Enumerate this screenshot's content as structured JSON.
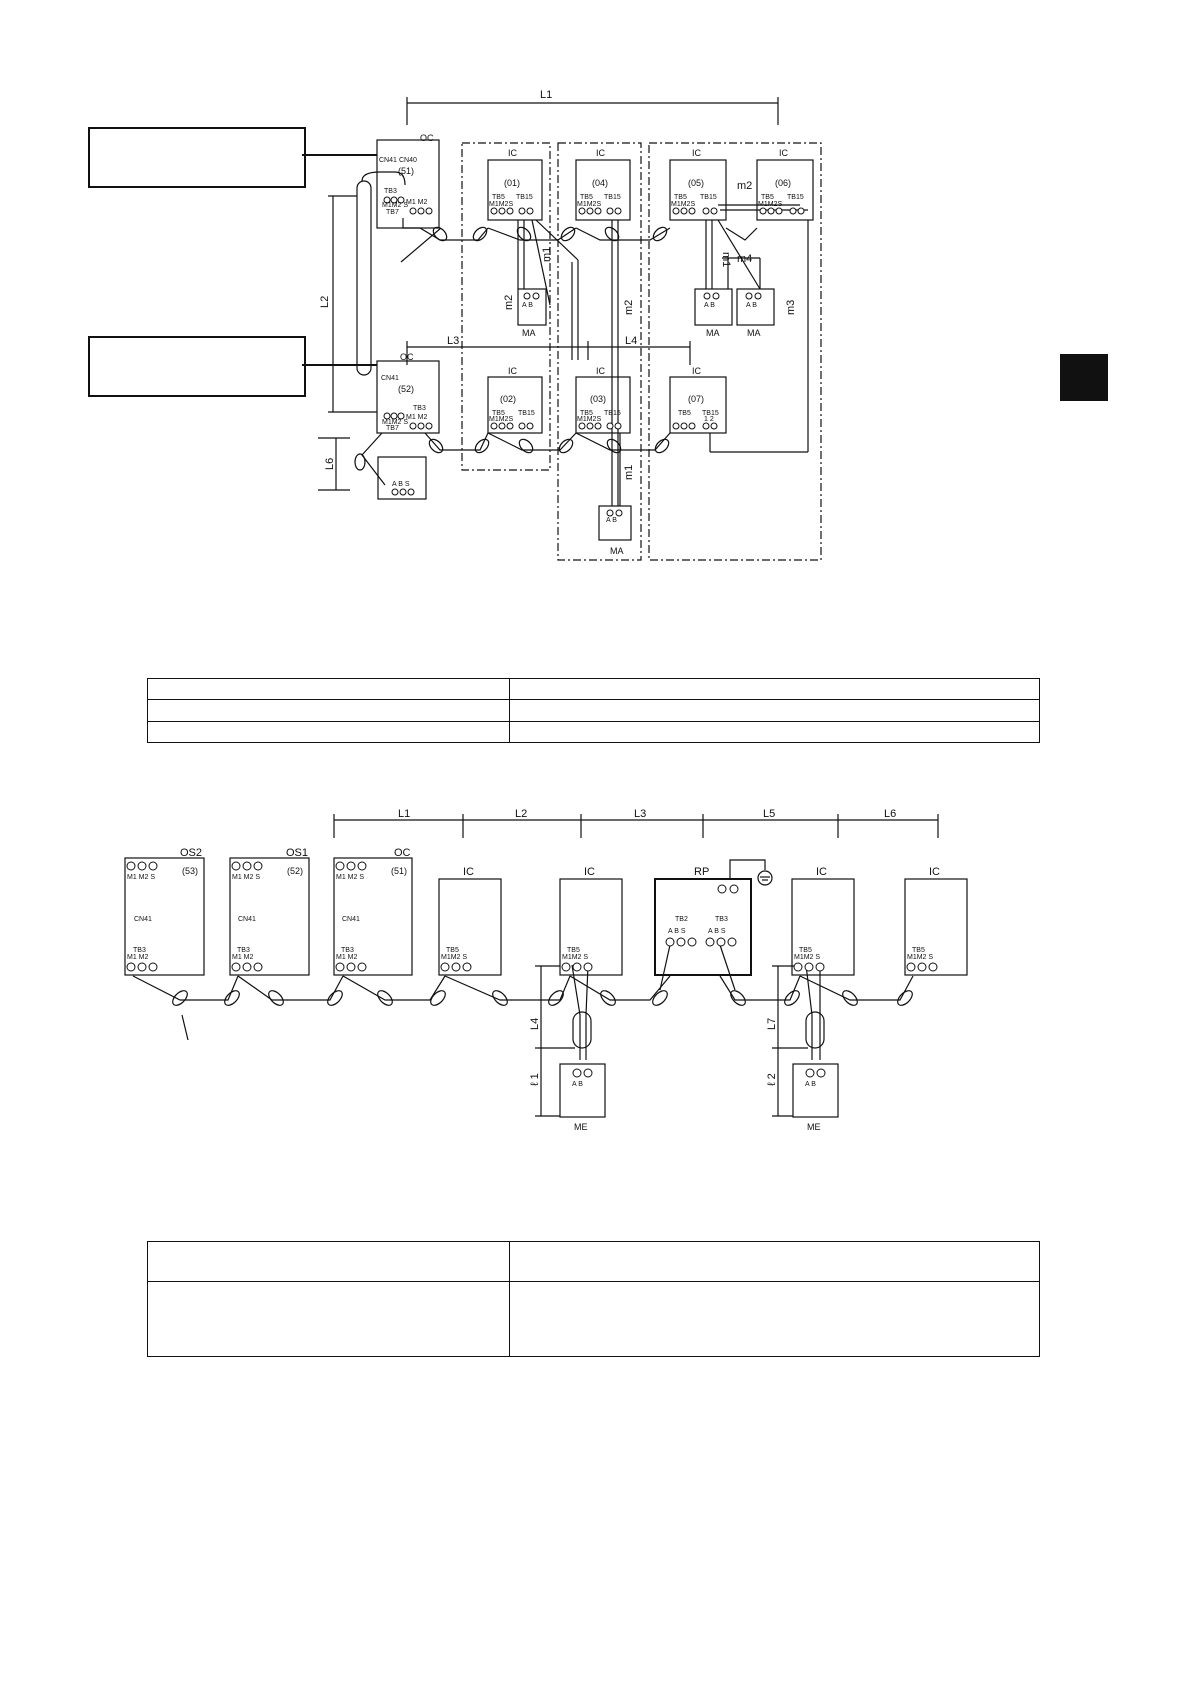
{
  "diagram1": {
    "dims": {
      "L1": "L1",
      "L2": "L2",
      "L3": "L3",
      "L4": "L4",
      "L6": "L6",
      "m1": "m1",
      "m2": "m2",
      "m3": "m3",
      "m4": "m4"
    },
    "oc_top": {
      "label": "OC",
      "addr": "(51)",
      "cn41": "CN41",
      "cn40": "CN40",
      "tb3": "TB3",
      "tb7": "TB7",
      "m1m2s": "M1M2 S",
      "m1m2": "M1 M2"
    },
    "oc_bottom": {
      "label": "OC",
      "addr": "(52)",
      "cn41": "CN41",
      "tb3": "TB3",
      "tb7": "TB7",
      "m1m2s": "M1M2 S",
      "m1m2": "M1 M2"
    },
    "ic_units": [
      {
        "label": "IC",
        "addr": "(01)"
      },
      {
        "label": "IC",
        "addr": "(04)"
      },
      {
        "label": "IC",
        "addr": "(05)"
      },
      {
        "label": "IC",
        "addr": "(06)"
      },
      {
        "label": "IC",
        "addr": "(02)"
      },
      {
        "label": "IC",
        "addr": "(03)"
      },
      {
        "label": "IC",
        "addr": "(07)"
      }
    ],
    "terminal": {
      "tb5": "TB5",
      "tb15": "TB15",
      "m1m2s": "M1M2S",
      "onetwo": "1  2"
    },
    "ma_label": "MA",
    "ab": "A  B",
    "abs": "A  B  S"
  },
  "diagram2": {
    "dims": {
      "L1": "L1",
      "L2": "L2",
      "L3": "L3",
      "L5": "L5",
      "L6": "L6",
      "L4": "L4",
      "L7": "L7",
      "l1": "ℓ 1",
      "l2": "ℓ 2"
    },
    "outdoor": [
      {
        "label": "OS2",
        "addr": "(53)"
      },
      {
        "label": "OS1",
        "addr": "(52)"
      },
      {
        "label": "OC",
        "addr": "(51)"
      }
    ],
    "ic_label": "IC",
    "rp_label": "RP",
    "me_label": "ME",
    "m1m2s": "M1 M2 S",
    "cn41": "CN41",
    "tb3": "TB3",
    "tb3_m1m2": "M1 M2",
    "tb5": "TB5",
    "tb5_m1m2s": "M1M2 S",
    "tb2": "TB2",
    "abs": "A  B  S",
    "ab": "A  B"
  }
}
